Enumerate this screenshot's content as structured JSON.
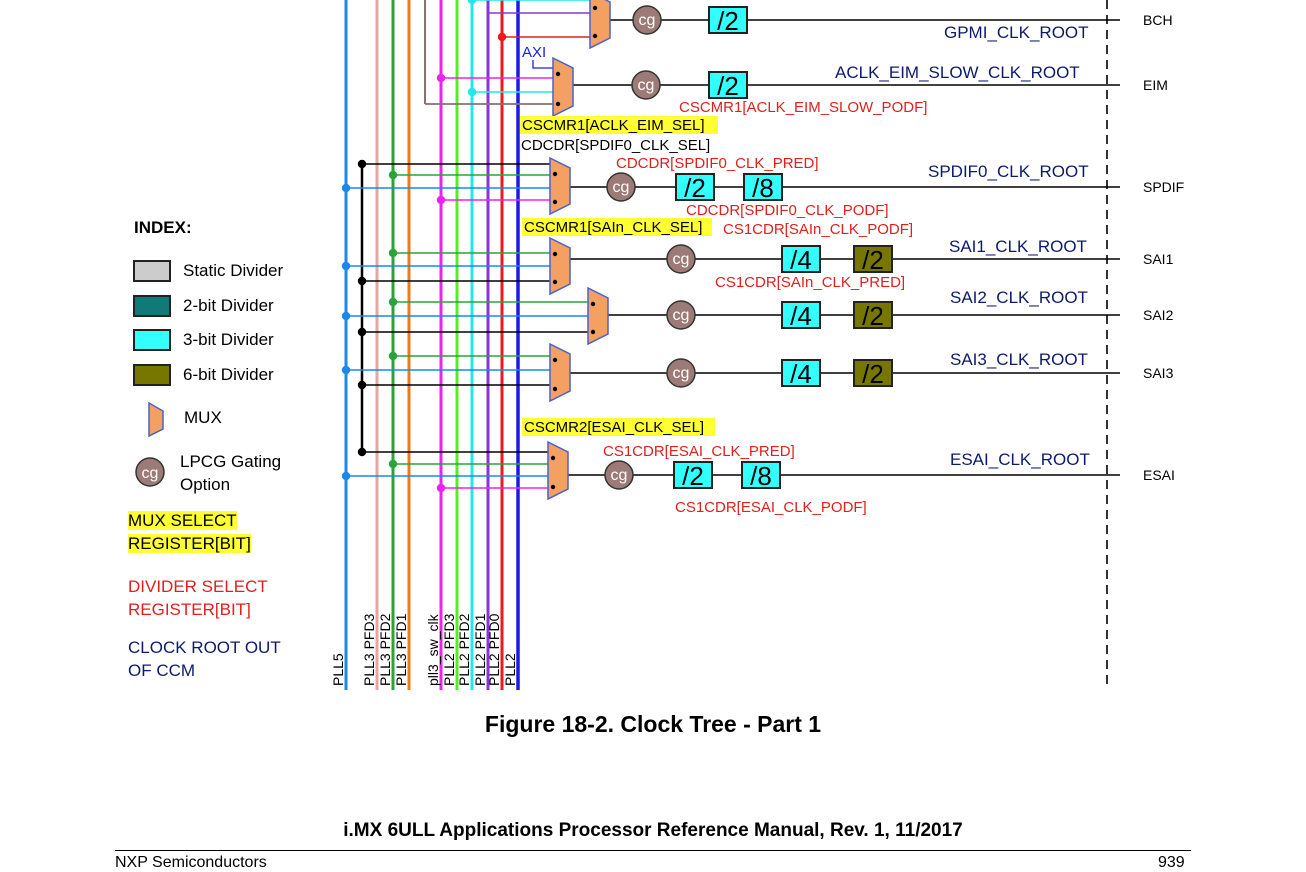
{
  "figure_caption": "Figure 18-2. Clock Tree - Part 1",
  "footer": {
    "manual_title": "i.MX 6ULL Applications Processor Reference Manual, Rev. 1, 11/2017",
    "company": "NXP Semiconductors",
    "page_number": "939"
  },
  "legend": {
    "title": "INDEX:",
    "items": [
      {
        "label": "Static Divider",
        "color": "#cccccc"
      },
      {
        "label": "2-bit Divider",
        "color": "#0f7a78"
      },
      {
        "label": "3-bit Divider",
        "color": "#33ffff"
      },
      {
        "label": "6-bit Divider",
        "color": "#777700"
      },
      {
        "label": "MUX",
        "color": "#f4a063"
      },
      {
        "label": "LPCG Gating Option",
        "icon": "cg",
        "color": "#9c7b76"
      }
    ],
    "notes": {
      "mux_select": [
        "MUX SELECT",
        "REGISTER[BIT]"
      ],
      "divider_select": [
        "DIVIDER SELECT",
        "REGISTER[BIT]"
      ],
      "clock_root": [
        "CLOCK ROOT OUT",
        "OF CCM"
      ]
    }
  },
  "colors": {
    "mux": "#f4a063",
    "cg": "#9c7b76",
    "div3": "#33ffff",
    "div6": "#777700",
    "mux_select_highlight": "#ffff33",
    "divider_text": "#e0201c",
    "root_text": "#0c1a6e"
  },
  "sources": [
    {
      "name": "PLL5",
      "color": "#1c88e8"
    },
    {
      "name": "PLL3 PFD3",
      "color": "#e7a7a0"
    },
    {
      "name": "PLL3 PFD2",
      "color": "#2aa43a"
    },
    {
      "name": "PLL3 PFD1",
      "color": "#f07a1a"
    },
    {
      "name": "pll3_sw_clk",
      "color": "#ee22ee"
    },
    {
      "name": "PLL2 PFD3",
      "color": "#55ee22"
    },
    {
      "name": "PLL2 PFD2",
      "color": "#22e8e8"
    },
    {
      "name": "PLL2 PFD1",
      "color": "#8a34d8"
    },
    {
      "name": "PLL2 PFD0",
      "color": "#ee1a1a"
    },
    {
      "name": "PLL2",
      "color": "#1a1ae8"
    }
  ],
  "misc_labels": {
    "axi": "AXI",
    "cg": "cg"
  },
  "clock_roots": [
    {
      "name": "GPMI_CLK_ROOT",
      "output": "BCH",
      "dividers": [
        "/2"
      ]
    },
    {
      "name": "ACLK_EIM_SLOW_CLK_ROOT",
      "output": "EIM",
      "dividers": [
        "/2"
      ]
    },
    {
      "name": "SPDIF0_CLK_ROOT",
      "output": "SPDIF",
      "dividers": [
        "/2",
        "/8"
      ]
    },
    {
      "name": "SAI1_CLK_ROOT",
      "output": "SAI1",
      "dividers": [
        "/4",
        "/2"
      ]
    },
    {
      "name": "SAI2_CLK_ROOT",
      "output": "SAI2",
      "dividers": [
        "/4",
        "/2"
      ]
    },
    {
      "name": "SAI3_CLK_ROOT",
      "output": "SAI3",
      "dividers": [
        "/4",
        "/2"
      ]
    },
    {
      "name": "ESAI_CLK_ROOT",
      "output": "ESAI",
      "dividers": [
        "/2",
        "/8"
      ]
    }
  ],
  "mux_select_labels": [
    "CSCMR1[ACLK_EIM_SEL]",
    "CSCMR1[SAIn_CLK_SEL]",
    "CSCMR2[ESAI_CLK_SEL]"
  ],
  "divider_select_labels": [
    "CSCMR1[ACLK_EIM_SLOW_PODF]",
    "CDCDR[SPDIF0_CLK_SEL]",
    "CDCDR[SPDIF0_CLK_PRED]",
    "CDCDR[SPDIF0_CLK_PODF]",
    "CS1CDR[SAIn_CLK_PODF]",
    "CS1CDR[SAIn_CLK_PRED]",
    "CS1CDR[ESAI_CLK_PRED]",
    "CS1CDR[ESAI_CLK_PODF]"
  ]
}
